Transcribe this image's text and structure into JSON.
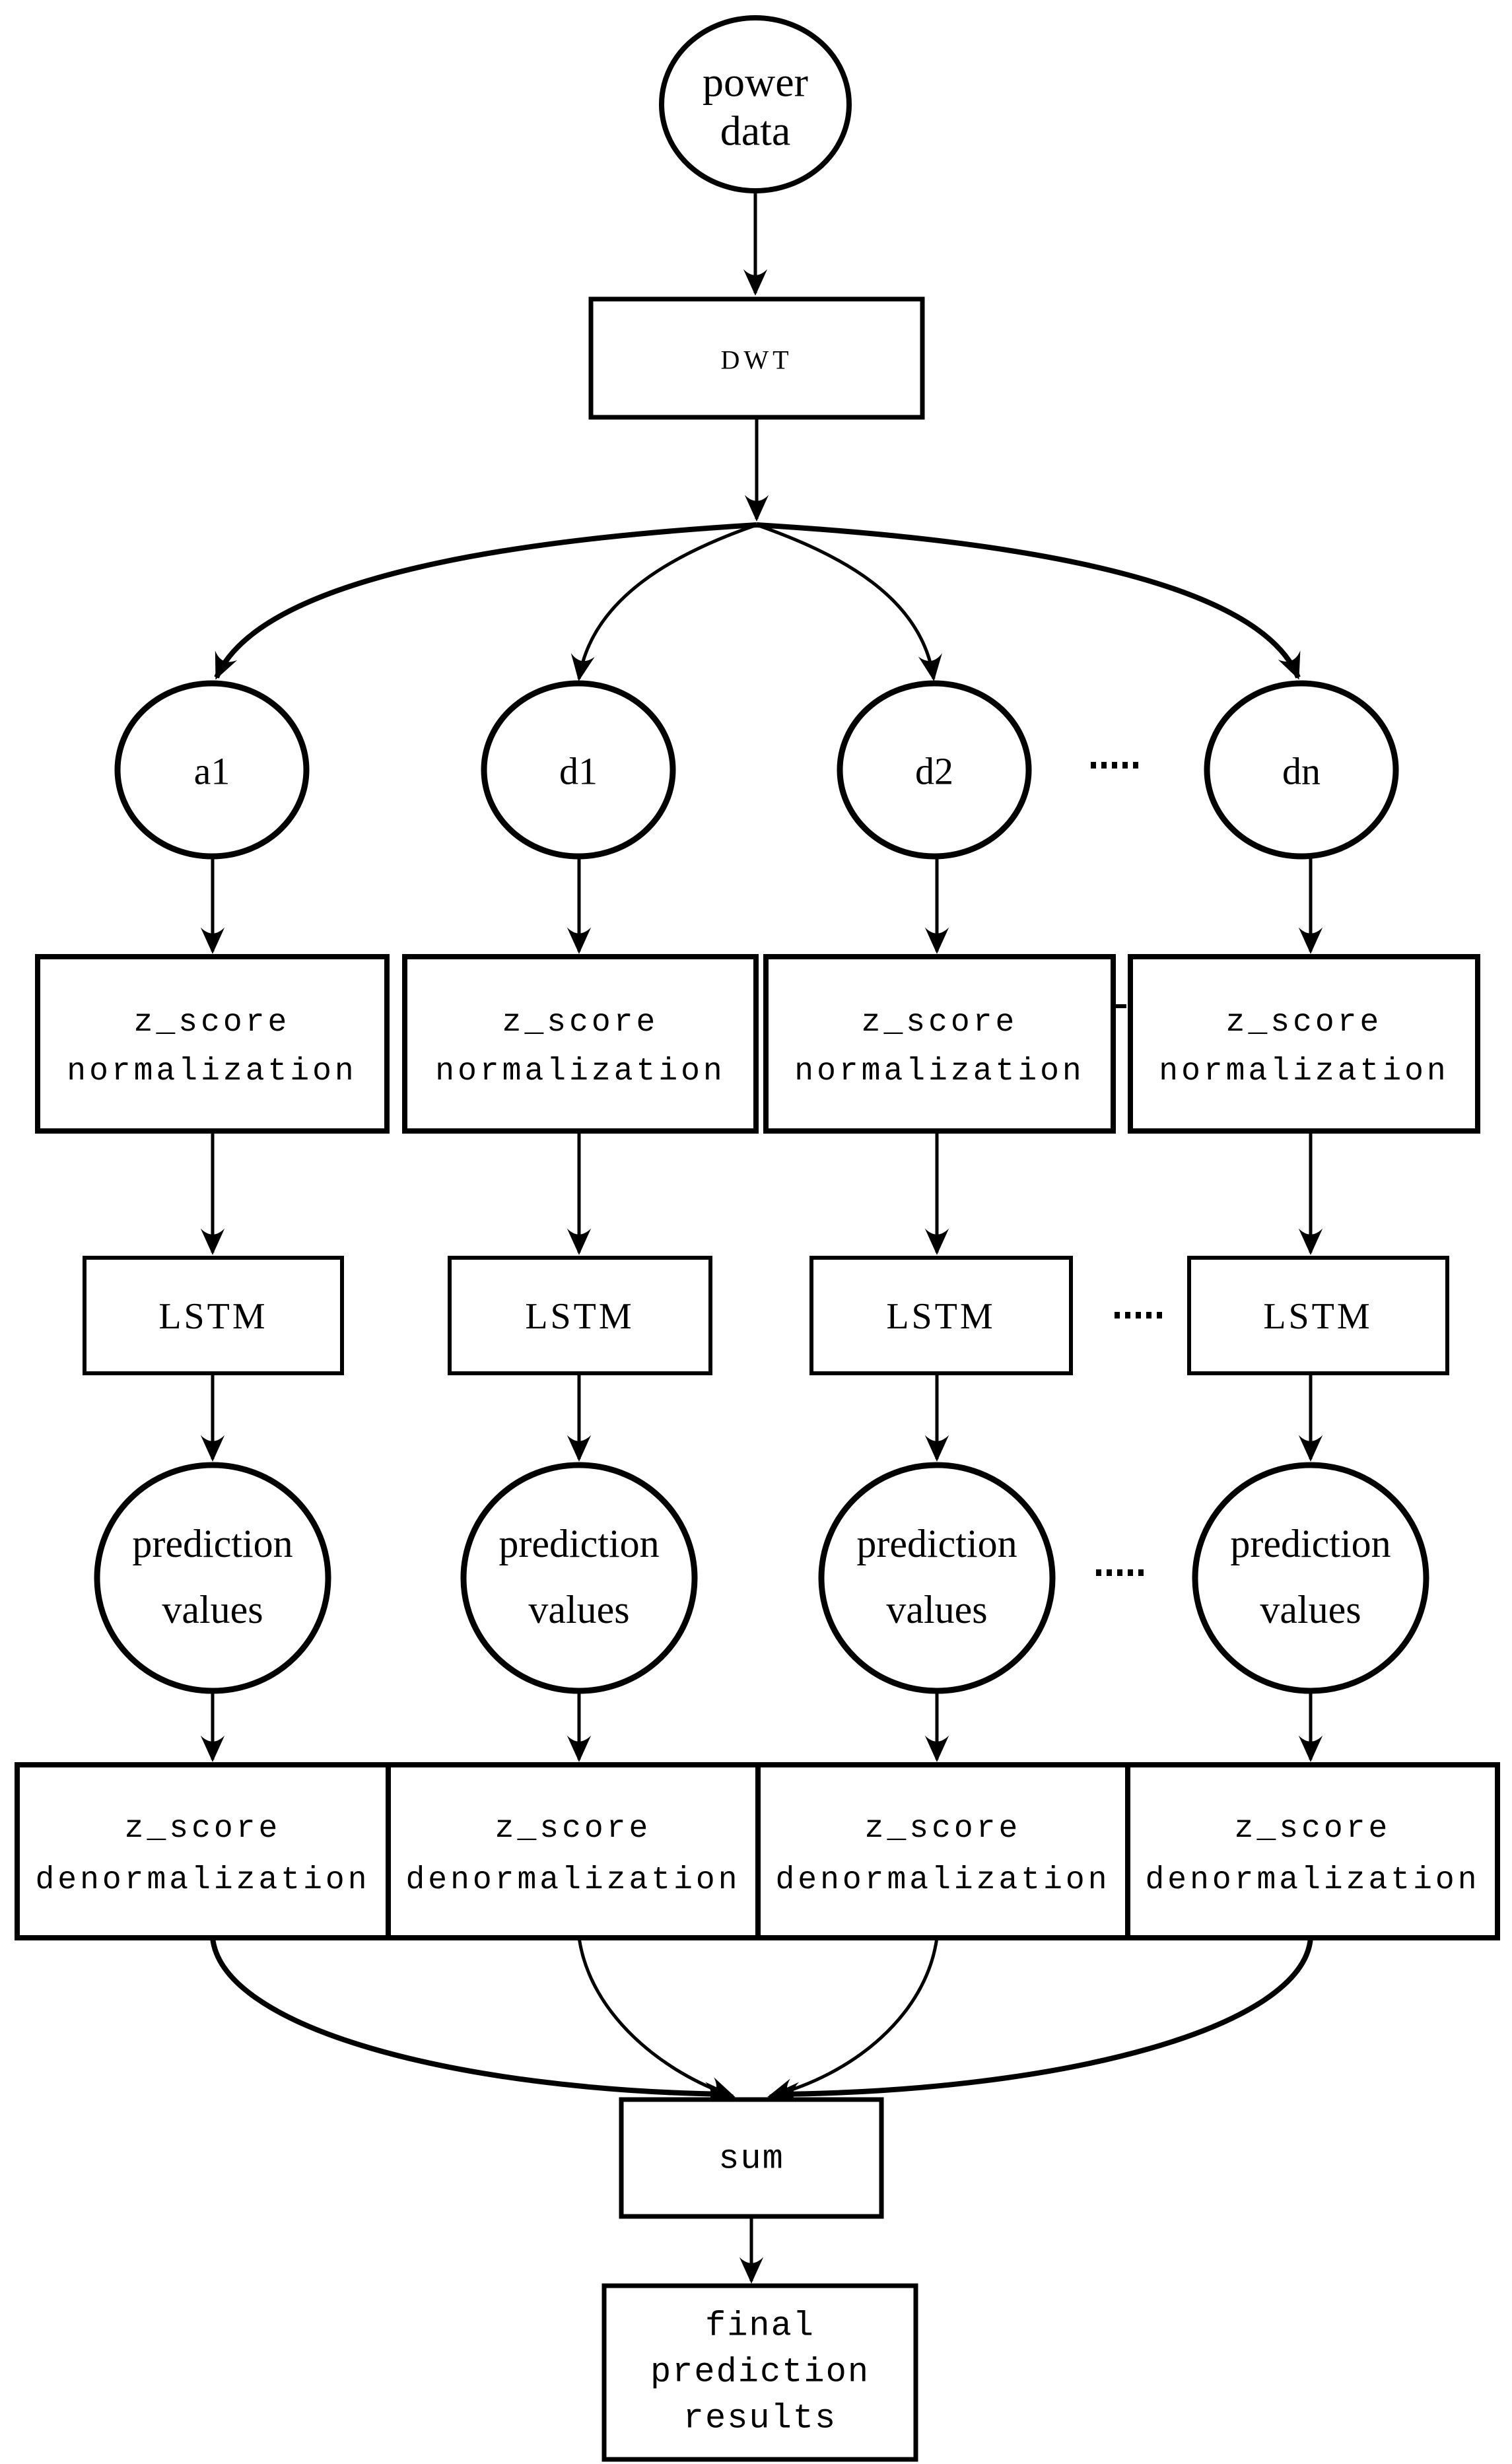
{
  "diagram": {
    "source": {
      "lines": [
        "power",
        "data"
      ]
    },
    "dwt": {
      "label": "DWT"
    },
    "wavelet_components": [
      {
        "label": "a1"
      },
      {
        "label": "d1"
      },
      {
        "label": "d2"
      },
      {
        "label": "dn"
      }
    ],
    "normalization": {
      "lines": [
        "z_score",
        "normalization"
      ]
    },
    "lstm": {
      "label": "LSTM"
    },
    "prediction": {
      "lines": [
        "prediction",
        "values"
      ]
    },
    "denormalization": {
      "lines": [
        "z_score",
        "denormalization"
      ]
    },
    "sum": {
      "label": "sum"
    },
    "final": {
      "lines": [
        "final",
        "prediction",
        "results"
      ]
    },
    "separators": {
      "ellipsis": "-----",
      "gap_dash": "-"
    },
    "colors": {
      "ink": "#000000",
      "background": "#ffffff"
    }
  }
}
